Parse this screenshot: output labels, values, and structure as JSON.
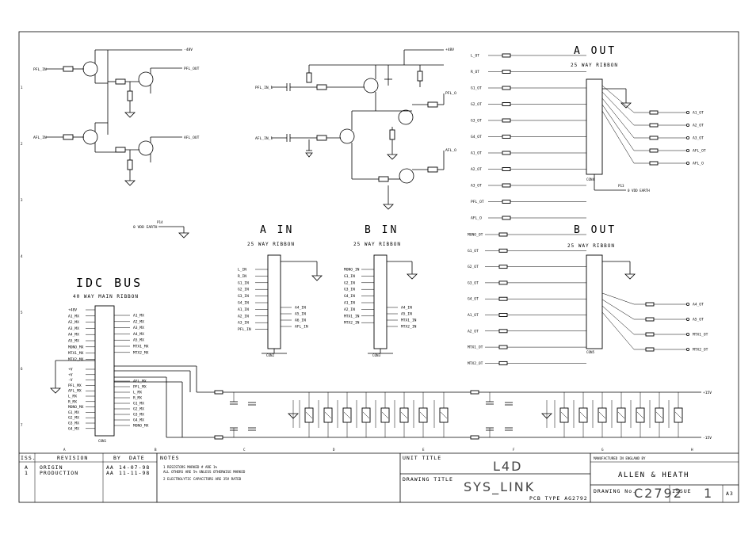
{
  "sections": {
    "a_out": {
      "title": "A OUT",
      "subtitle": "25 WAY RIBBON",
      "connector": "CON4"
    },
    "b_out": {
      "title": "B OUT",
      "subtitle": "25 WAY RIBBON",
      "connector": "CON5"
    },
    "a_in": {
      "title": "A IN",
      "subtitle": "25 WAY RIBBON",
      "connector": "CON2"
    },
    "b_in": {
      "title": "B IN",
      "subtitle": "25 WAY RIBBON",
      "connector": "CON3"
    },
    "idc_bus": {
      "title": "IDC BUS",
      "subtitle": "40 WAY MAIN RIBBON",
      "connector": "CON1"
    }
  },
  "signals": {
    "a_out_left": [
      "L_OT",
      "R_OT",
      "G1_OT",
      "G2_OT",
      "G3_OT",
      "G4_OT",
      "A1_OT",
      "A2_OT",
      "A3_OT",
      "PFL_OT",
      "AFL_O"
    ],
    "a_out_right": [
      "A1_OT",
      "A2_OT",
      "A3_OT",
      "AFL_OT",
      "AFL_O"
    ],
    "b_out_left": [
      "MONO_OT",
      "G1_OT",
      "G2_OT",
      "G3_OT",
      "G4_OT",
      "A1_OT",
      "A2_OT",
      "MTX1_OT",
      "MTX2_OT"
    ],
    "b_out_right": [
      "A4_OT",
      "A5_OT",
      "MTX1_OT",
      "MTX2_OT"
    ],
    "a_in_left": [
      "L_IN",
      "R_IN",
      "G1_IN",
      "G2_IN",
      "G3_IN",
      "G4_IN",
      "A1_IN",
      "A2_IN",
      "A3_IN",
      "PFL_IN"
    ],
    "a_in_right": [
      "A4_IN",
      "A5_IN",
      "A6_IN",
      "AFL_IN"
    ],
    "b_in_left": [
      "MONO_IN",
      "G1_IN",
      "G2_IN",
      "G3_IN",
      "G4_IN",
      "A1_IN",
      "A2_IN",
      "MTX1_IN",
      "MTX2_IN"
    ],
    "b_in_right": [
      "A4_IN",
      "A5_IN",
      "MTX1_IN",
      "MTX2_IN"
    ],
    "idc_left": [
      "+48V",
      "A1_MX",
      "A2_MX",
      "A3_MX",
      "A4_MX",
      "A5_MX",
      "MONO_MX",
      "MTX1_MX",
      "MTX2_MX"
    ],
    "idc_right": [
      "A1_MX",
      "A2_MX",
      "A3_MX",
      "A4_MX",
      "A5_MX",
      "MTX1_MX",
      "MTX2_MX"
    ],
    "idc_left2": [
      "+V",
      "+V",
      "-V",
      "PFL_MX",
      "AFL_MX",
      "L_MX",
      "R_MX",
      "MONO_MX",
      "G1_MX",
      "G2_MX",
      "G3_MX",
      "G4_MX"
    ],
    "idc_right2": [
      "AFL_MX",
      "PFL_MX",
      "L_MX",
      "R_MX",
      "G1_MX",
      "G2_MX",
      "G3_MX",
      "G4_MX",
      "MONO_MX"
    ]
  },
  "top_left": {
    "net_top": "-48V",
    "pfl_in": "PFL_IN",
    "pfl_out": "PFL_OUT",
    "afl_in": "AFL_IN",
    "afl_out": "AFL_OUT",
    "earth": "0 VDD EARTH",
    "earth_ref": "P14"
  },
  "top_mid": {
    "net_top": "+48V",
    "pfl": "PFL_IN_1",
    "afl": "AFL_IN_1",
    "out_pfl": "PFL_O",
    "out_afl": "AFL_O"
  },
  "a_out_extra": {
    "earth": "0 VDD EARTH",
    "ref": "P13"
  },
  "rails": {
    "pos": "+15V",
    "neg": "-15V"
  },
  "columns": [
    "A",
    "B",
    "C",
    "D",
    "E",
    "F",
    "G",
    "H"
  ],
  "rows": [
    "1",
    "2",
    "3",
    "4",
    "5",
    "6",
    "7"
  ],
  "title_block": {
    "iss_label": "ISS.",
    "revision_label": "REVISION",
    "by_label": "BY",
    "date_label": "DATE",
    "notes_label": "NOTES",
    "rows": [
      {
        "iss": "A",
        "revision": "ORIGIN",
        "by": "AA",
        "date": "14-07-98"
      },
      {
        "iss": "1",
        "revision": "PRODUCTION",
        "by": "AA",
        "date": "11-11-98"
      }
    ],
    "notes": [
      "1  RESISTORS MARKED # ARE 1%",
      "   ALL OTHERS ARE 5% UNLESS OTHERWISE MARKED",
      "2  ELECTROLYTIC CAPACITORS ARE 35V RATED"
    ],
    "unit_title_label": "UNIT TITLE",
    "unit_title": "L4D",
    "drawing_title_label": "DRAWING TITLE",
    "drawing_title": "SYS_LINK",
    "pcb_type": "PCB TYPE AG2792",
    "manufacturer_label": "MANUFACTURED IN ENGLAND BY",
    "manufacturer": "ALLEN & HEATH",
    "drawing_no_label": "DRAWING No.",
    "drawing_no": "C2792",
    "issue_label": "ISSUE",
    "issue": "1",
    "size": "A3"
  }
}
